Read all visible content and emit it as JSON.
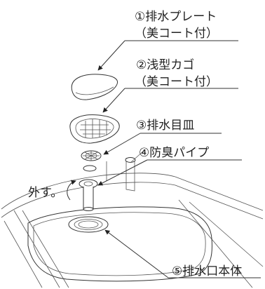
{
  "labels": {
    "part1_line1": "①排水プレート",
    "part1_line2": "（美コート付）",
    "part2_line1": "②浅型カゴ",
    "part2_line2": "（美コート付）",
    "part3": "③排水目皿",
    "part4": "④防臭パイプ",
    "part5": "⑤排水口本体",
    "remove": "外す。"
  }
}
